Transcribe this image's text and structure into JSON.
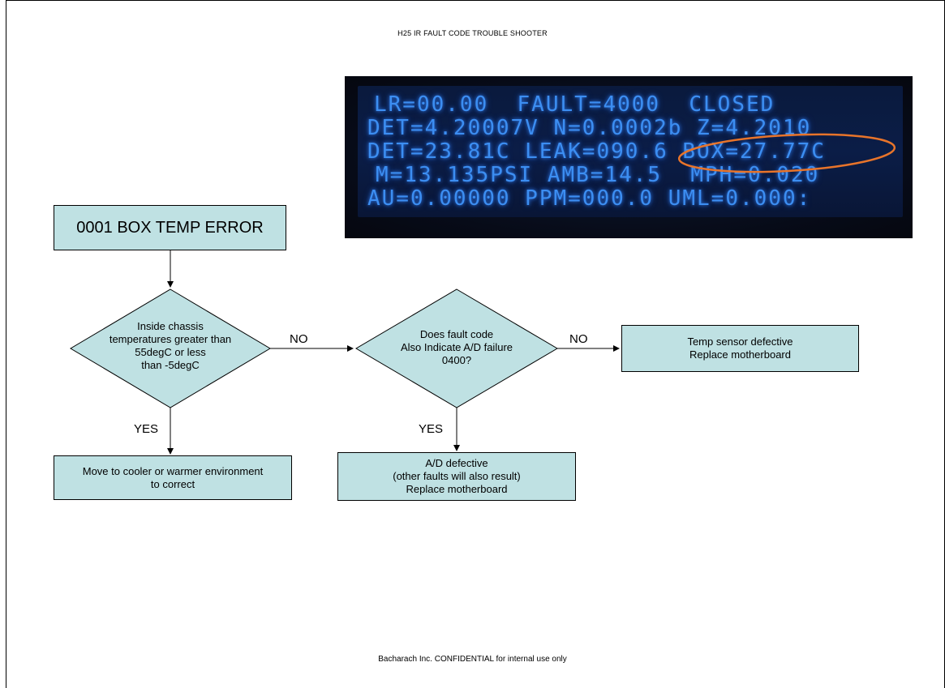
{
  "document": {
    "title": "H25 IR FAULT CODE TROUBLE SHOOTER",
    "footer": "Bacharach Inc. CONFIDENTIAL for internal use only"
  },
  "lcd_display": {
    "lines": [
      "LR=00.00  FAULT=4000  CLOSED",
      "DET=4.20007V N=0.0002b Z=4.2010",
      "DET=23.81C LEAK=090.6 BOX=27.77C",
      "M=13.135PSI AMB=14.5  MPH=0.020",
      "AU=0.00000 PPM=000.0 UML=0.000:"
    ],
    "highlight_color": "#e8742a"
  },
  "flowchart": {
    "start_box": "0001 BOX TEMP ERROR",
    "decision1": "Inside chassis\ntemperatures greater than\n55degC or less\nthan -5degC",
    "decision2": "Does fault code\nAlso Indicate A/D failure\n0400?",
    "no_label_1": "NO",
    "no_label_2": "NO",
    "yes_label_1": "YES",
    "yes_label_2": "YES",
    "result_no_no": "Temp sensor defective\nReplace motherboard",
    "result_yes1": "Move to cooler or warmer environment\nto correct",
    "result_yes2": "A/D defective\n(other faults will also result)\nReplace motherboard",
    "fill_color": "#bfe1e3"
  }
}
